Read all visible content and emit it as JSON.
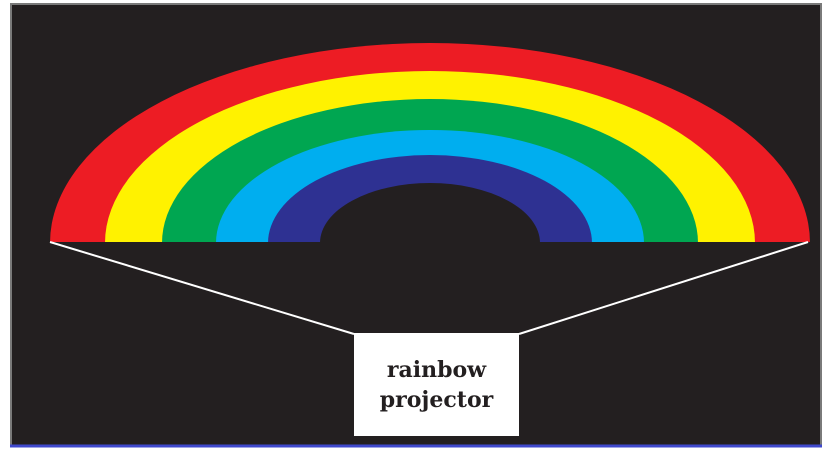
{
  "diagram": {
    "label_lines": [
      "rainbow",
      "projector"
    ],
    "bands": [
      {
        "name": "red",
        "color": "#ed1c24"
      },
      {
        "name": "yellow",
        "color": "#fff200"
      },
      {
        "name": "green",
        "color": "#00a651"
      },
      {
        "name": "cyan",
        "color": "#00aeef"
      },
      {
        "name": "blue",
        "color": "#2e3192"
      }
    ],
    "colors": {
      "background": "#231f20",
      "border": "#3f48cc",
      "beam_lines": "#ffffff",
      "label_box": "#ffffff",
      "label_text": "#231f20"
    }
  }
}
